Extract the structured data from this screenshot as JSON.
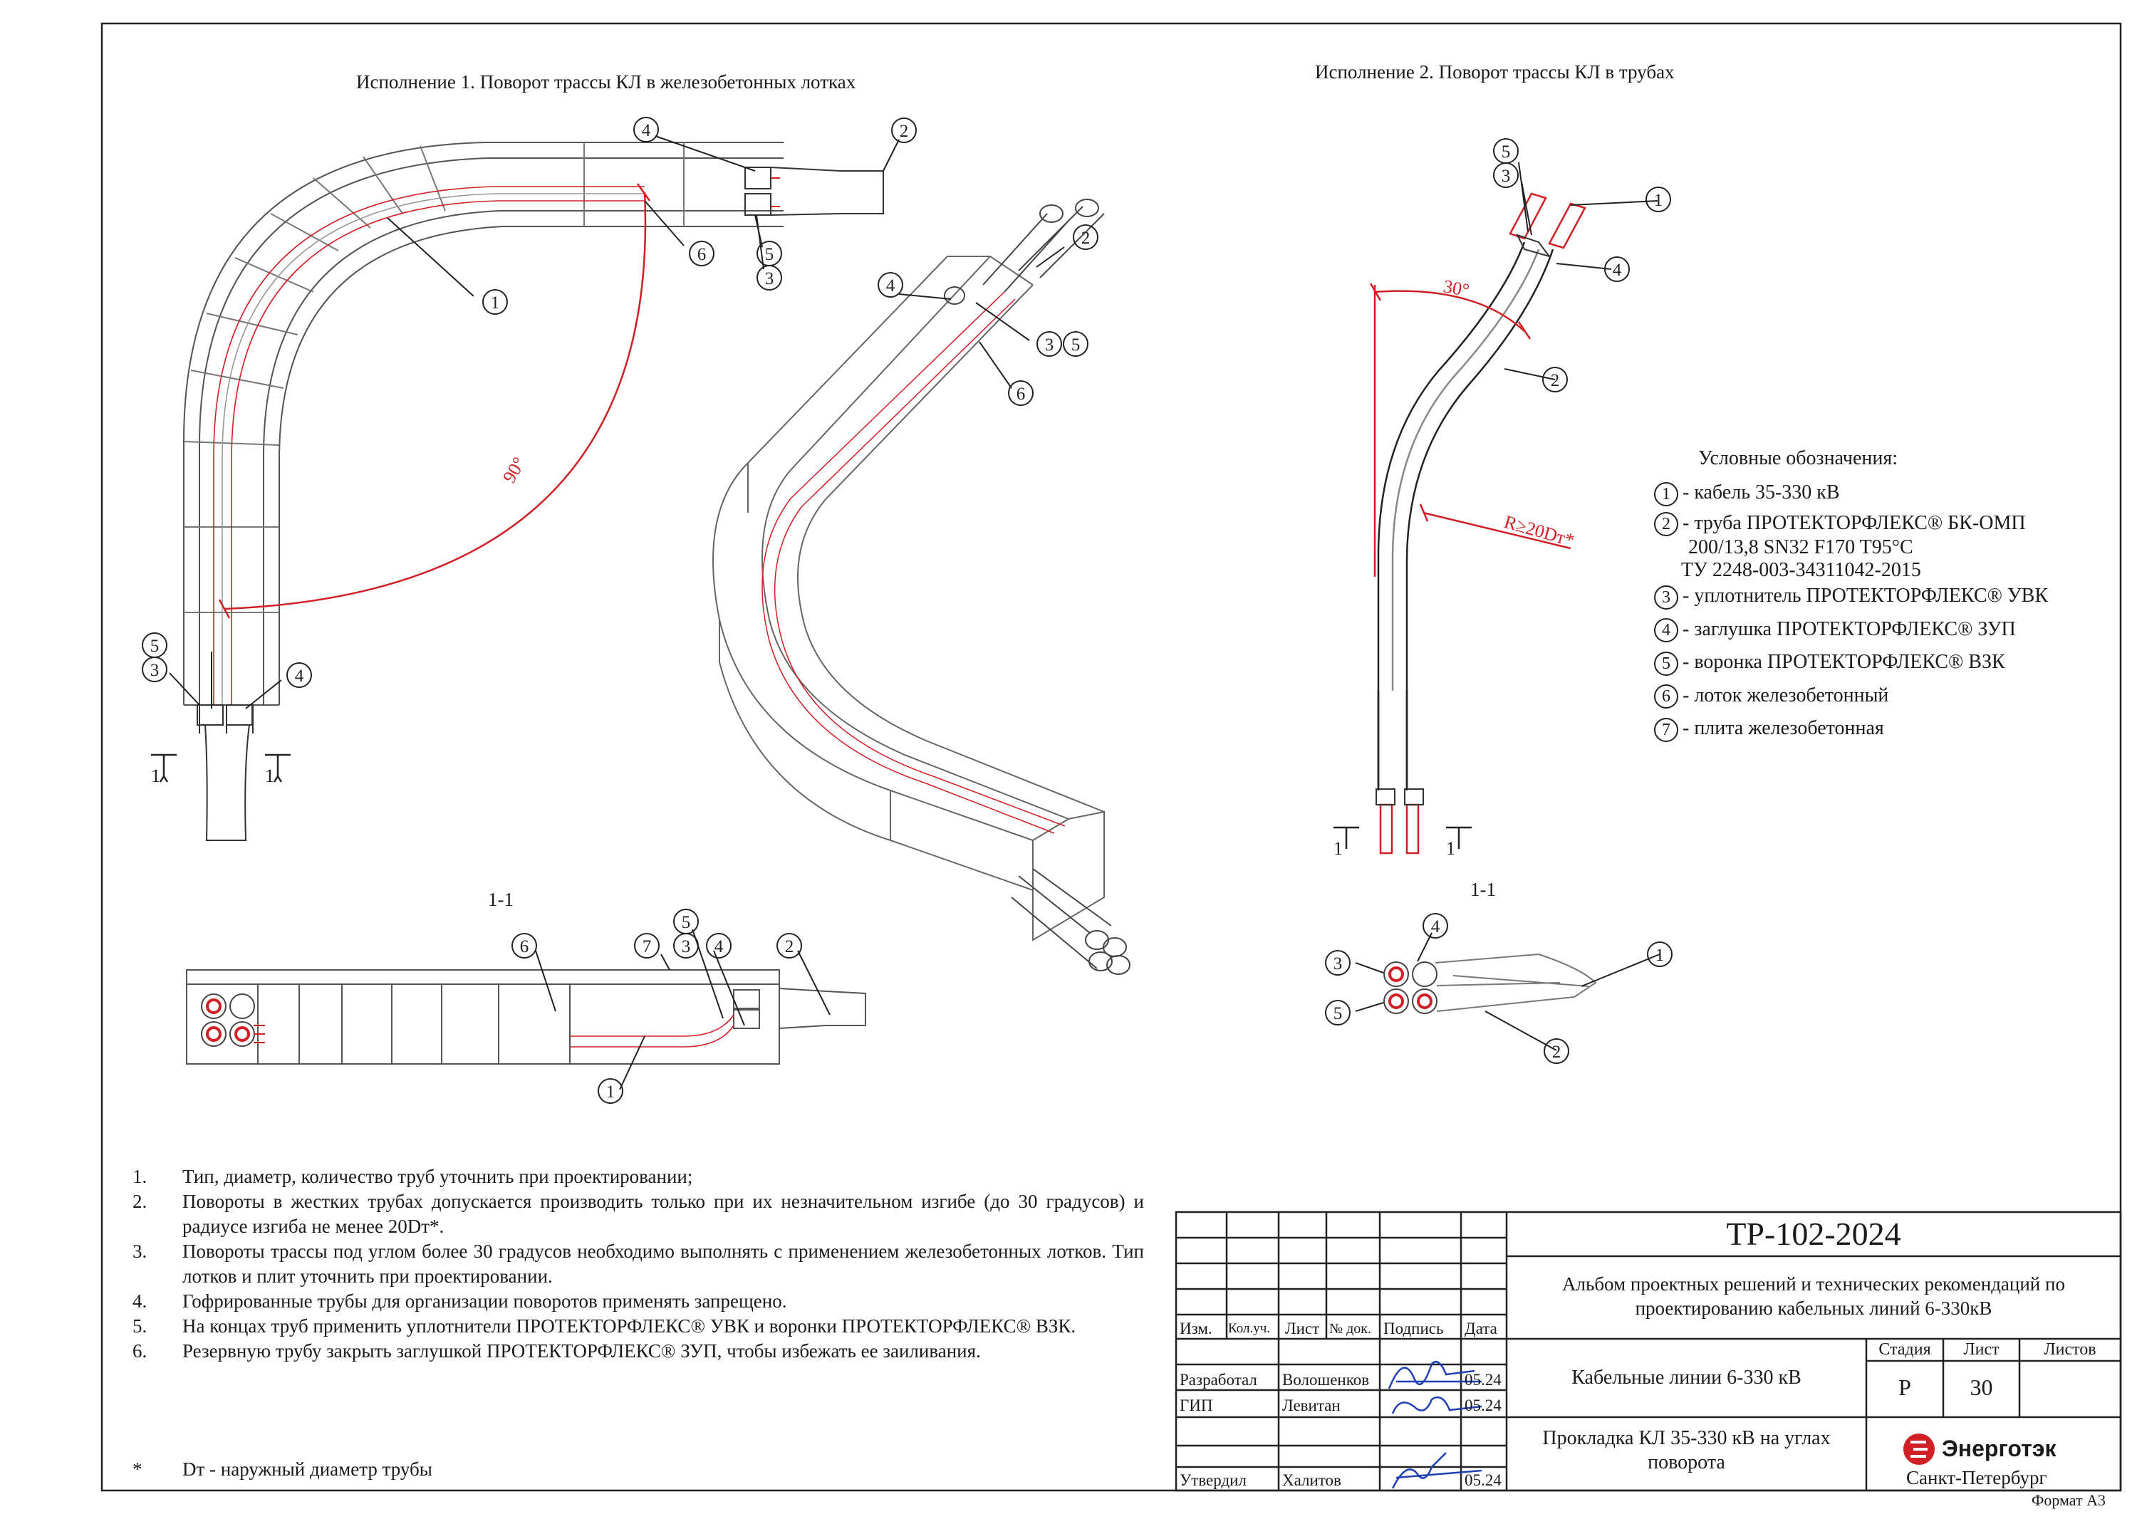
{
  "titles": {
    "variant1": "Исполнение 1. Поворот трассы КЛ в железобетонных лотках",
    "variant2": "Исполнение 2. Поворот трассы КЛ в трубах",
    "section_left": "1-1",
    "section_right": "1-1",
    "section_mark": "1"
  },
  "angles": {
    "angle1": "90°",
    "angle2": "30°",
    "radius": "R≥20Dт*"
  },
  "callouts": {
    "c1": "1",
    "c2": "2",
    "c3": "3",
    "c4": "4",
    "c5": "5",
    "c6": "6",
    "c7": "7"
  },
  "legend": {
    "heading": "Условные обозначения:",
    "items": [
      {
        "num": "1",
        "text": "- кабель 35-330 кВ"
      },
      {
        "num": "2",
        "text": "-  труба ПРОТЕКТОРФЛЕКС® БК-ОМП"
      },
      {
        "num": "",
        "text": "200/13,8 SN32 F170 T95°C"
      },
      {
        "num": "",
        "text": "ТУ 2248-003-34311042-2015"
      },
      {
        "num": "3",
        "text": "- уплотнитель ПРОТЕКТОРФЛЕКС® УВК"
      },
      {
        "num": "4",
        "text": "- заглушка ПРОТЕКТОРФЛЕКС® ЗУП"
      },
      {
        "num": "5",
        "text": "- воронка ПРОТЕКТОРФЛЕКС® ВЗК"
      },
      {
        "num": "6",
        "text": "- лоток железобетонный"
      },
      {
        "num": "7",
        "text": "- плита железобетонная"
      }
    ]
  },
  "notes": [
    {
      "num": "1.",
      "text": "Тип, диаметр, количество труб уточнить при проектировании;"
    },
    {
      "num": "2.",
      "text": "Повороты в жестких трубах допускается производить только при их незначительном изгибе (до 30 градусов) и радиусе изгиба не менее 20Dт*."
    },
    {
      "num": "3.",
      "text": "Повороты трассы под углом более 30 градусов необходимо выполнять с применением железобетонных  лотков. Тип лотков и плит уточнить при проектировании."
    },
    {
      "num": "4.",
      "text": "Гофрированные трубы для организации поворотов применять запрещено."
    },
    {
      "num": "5.",
      "text": "На концах труб применить уплотнители ПРОТЕКТОРФЛЕКС® УВК и воронки ПРОТЕКТОРФЛЕКС® ВЗК."
    },
    {
      "num": "6.",
      "text": "Резервную трубу закрыть заглушкой ПРОТЕКТОРФЛЕКС® ЗУП, чтобы избежать  ее заиливания."
    }
  ],
  "footnote": {
    "mark": "*",
    "text": "Dт - наружный диаметр трубы"
  },
  "stamp": {
    "code": "ТР-102-2024",
    "album": "Альбом проектных решений и технических рекомендаций по проектированию кабельных линий 6-330кВ",
    "cols": [
      "Изм.",
      "Кол.уч.",
      "Лист",
      "№ док.",
      "Подпись",
      "Дата"
    ],
    "people": [
      {
        "role": "Разработал",
        "name": "Волошенков",
        "date": "05.24"
      },
      {
        "role": "ГИП",
        "name": "Левитан",
        "date": "05.24"
      },
      {
        "role": "Утвердил",
        "name": "Халитов",
        "date": "05.24"
      }
    ],
    "object": "Кабельные линии 6-330 кВ",
    "stage_label": "Стадия",
    "sheet_label": "Лист",
    "sheets_label": "Листов",
    "stage": "Р",
    "sheet": "30",
    "sheets": "",
    "drawing": "Прокладка КЛ 35-330 кВ на углах поворота",
    "company": "Энерготэк",
    "city": "Санкт-Петербург",
    "format": "Формат А3"
  },
  "colors": {
    "accent": "#d11f26",
    "line": "#1a1a1a",
    "grey": "#777777"
  }
}
